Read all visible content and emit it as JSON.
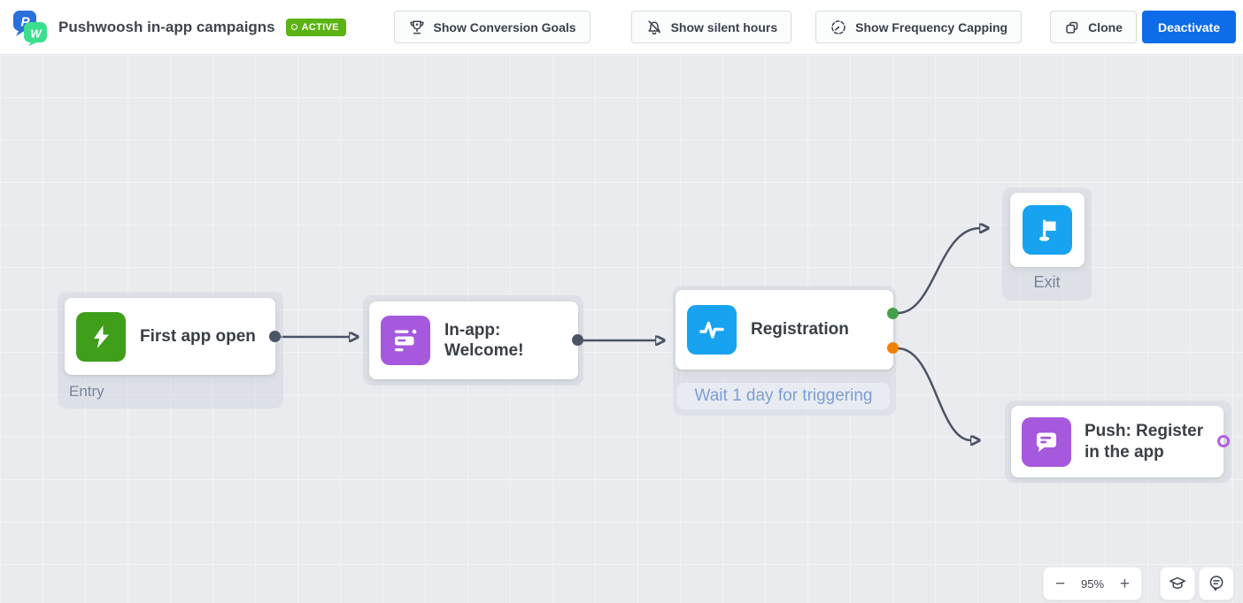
{
  "header": {
    "title": "Pushwoosh in-app campaigns",
    "status_badge": "ACTIVE",
    "logo_letters": [
      "P",
      "W"
    ],
    "buttons": {
      "conversion_goals": "Show Conversion Goals",
      "silent_hours": "Show silent hours",
      "frequency_capping": "Show Frequency Capping",
      "clone": "Clone",
      "deactivate": "Deactivate"
    }
  },
  "canvas": {
    "nodes": [
      {
        "title": "First app open",
        "label": "Entry",
        "icon": "lightning-icon",
        "icon_color": "#3f9e1a"
      },
      {
        "title": "In-app: Welcome!",
        "icon": "inapp-message-icon",
        "icon_color": "#a659dd"
      },
      {
        "title": "Registration",
        "label": "Wait 1 day for triggering",
        "icon": "pulse-icon",
        "icon_color": "#18a3f0"
      },
      {
        "title": "Exit",
        "icon": "flag-icon",
        "icon_color": "#18a3f0"
      },
      {
        "title": "Push: Register in the app",
        "icon": "push-message-icon",
        "icon_color": "#a659dd"
      }
    ],
    "port_colors": {
      "default": "#4b5366",
      "success": "#43a047",
      "timeout": "#ef8109",
      "unconnected": "#b35fe0"
    },
    "connector_color": "#4b5366"
  },
  "controls": {
    "zoom_out": "−",
    "zoom_level": "95%",
    "zoom_in": "+"
  },
  "colors": {
    "primary_button": "#0d6ce8",
    "active_badge": "#5bb314",
    "canvas_background": "#e9ebee",
    "logo_blue": "#2a70da",
    "logo_green": "#3bdf8e"
  }
}
